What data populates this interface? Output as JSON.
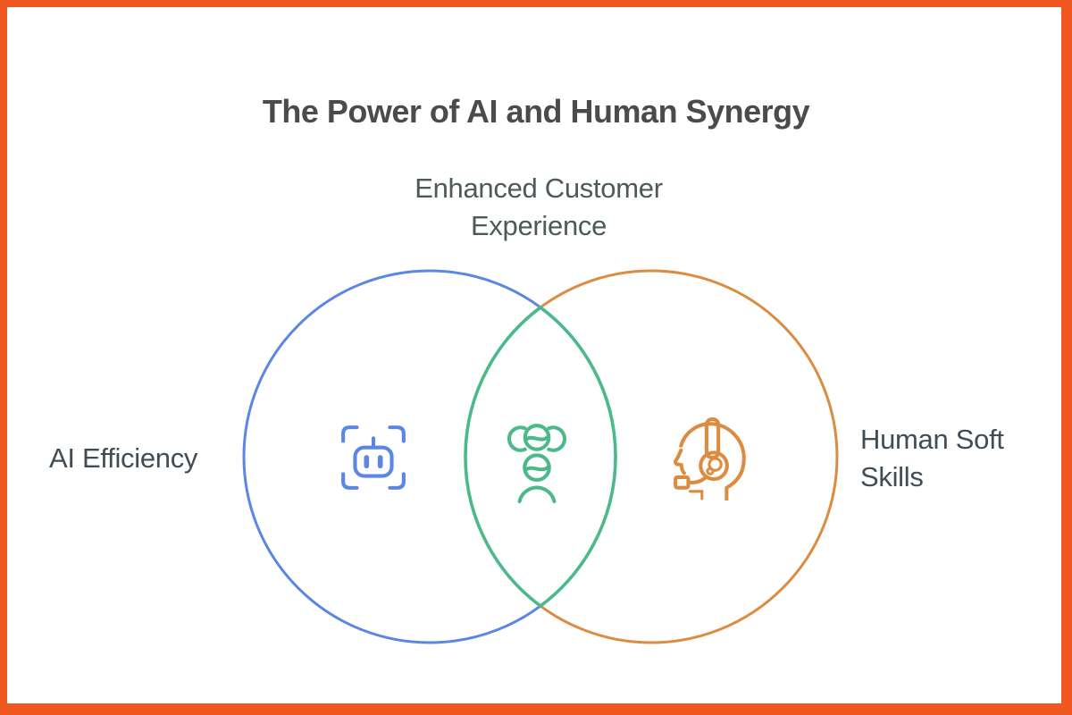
{
  "frame": {
    "color": "#F1581F",
    "card_background": "#FFFFFF"
  },
  "title": {
    "text": "The Power of AI and Human Synergy",
    "color": "#4B4B4B"
  },
  "venn": {
    "type": "venn-2-set",
    "left": {
      "label": "AI Efficiency",
      "color": "#5B87E3",
      "icon": "robot-scan-icon"
    },
    "right": {
      "label": "Human Soft Skills",
      "color": "#DC8C40",
      "icon": "support-headset-icon"
    },
    "intersection": {
      "label": "Enhanced Customer Experience",
      "color": "#4CB98A",
      "icon": "team-group-icon"
    }
  },
  "text_colors": {
    "set_labels": "#414D56",
    "intersection_label": "#4C5B53"
  }
}
